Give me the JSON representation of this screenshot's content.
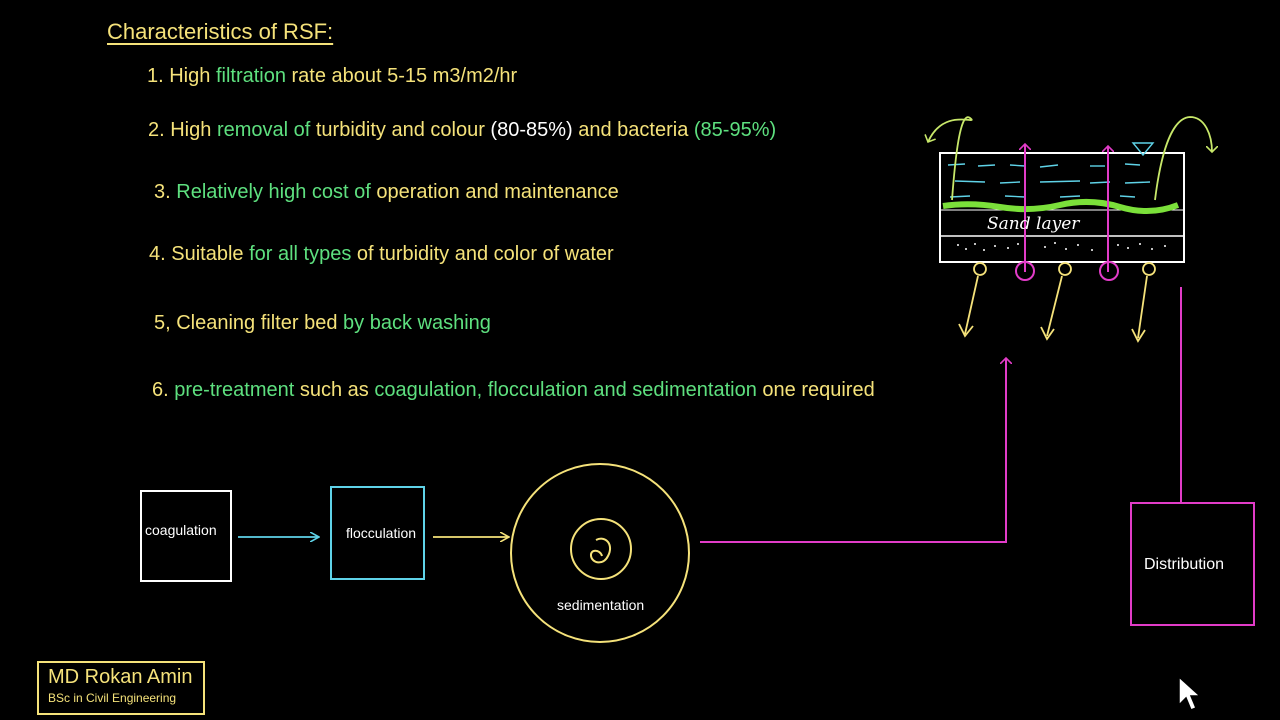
{
  "title": "Characteristics of RSF:",
  "items": [
    [
      {
        "t": "1. High ",
        "c": "y"
      },
      {
        "t": "filtration",
        "c": "g"
      },
      {
        "t": " rate about 5-15 m3/m2/hr",
        "c": "y"
      }
    ],
    [
      {
        "t": "2. High ",
        "c": "y"
      },
      {
        "t": "removal of",
        "c": "g"
      },
      {
        "t": " turbidity and colour ",
        "c": "y"
      },
      {
        "t": "(80-85%) ",
        "c": "w"
      },
      {
        "t": "and bacteria ",
        "c": "y"
      },
      {
        "t": "(85-95%)",
        "c": "g"
      }
    ],
    [
      {
        "t": "3. ",
        "c": "y"
      },
      {
        "t": "Relatively high cost of ",
        "c": "g"
      },
      {
        "t": "operation and maintenance",
        "c": "y"
      }
    ],
    [
      {
        "t": "4. Suitable ",
        "c": "y"
      },
      {
        "t": "for all types ",
        "c": "g"
      },
      {
        "t": "of turbidity and color of water",
        "c": "y"
      }
    ],
    [
      {
        "t": "5, Cleaning filter bed ",
        "c": "y"
      },
      {
        "t": "by back washing",
        "c": "g"
      }
    ],
    [
      {
        "t": "6. ",
        "c": "y"
      },
      {
        "t": "pre-treatment ",
        "c": "g"
      },
      {
        "t": "such as ",
        "c": "y"
      },
      {
        "t": "coagulation, flocculation and sedimentation ",
        "c": "g"
      },
      {
        "t": "one required",
        "c": "y"
      }
    ]
  ],
  "flow": {
    "coagulation": "coagulation",
    "flocculation": "flocculation",
    "sedimentation": "sedimentation",
    "distribution": "Distribution"
  },
  "filter": {
    "sand_label": "Sand layer"
  },
  "signature": {
    "name": "MD Rokan Amin",
    "degree": "BSc in Civil Engineering"
  },
  "colors": {
    "yellow": "#f5e27a",
    "green": "#5ee07f",
    "cyan": "#5fd3e8",
    "magenta": "#e23cc8",
    "white": "#ffffff"
  }
}
